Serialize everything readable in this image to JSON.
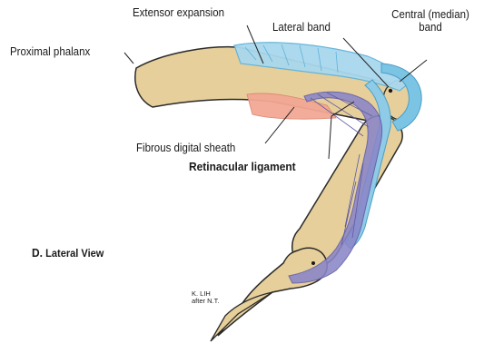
{
  "labels": {
    "extensor_expansion": "Extensor expansion",
    "lateral_band": "Lateral band",
    "central_band_line1": "Central (median)",
    "central_band_line2": "band",
    "proximal_phalanx": "Proximal phalanx",
    "fibrous_digital_sheath": "Fibrous digital sheath",
    "retinacular_ligament": "Retinacular ligament",
    "view_letter": "D.",
    "view_name": "Lateral View"
  },
  "signature": {
    "line1": "K. LIH",
    "line2": "after N.T."
  },
  "colors": {
    "bone": "#e6cf9a",
    "bone_outline": "#2a2a2a",
    "extensor": "#a9d8ee",
    "extensor_dark": "#5fb3d9",
    "retinacular": "#8a86c8",
    "sheath": "#f2a894",
    "leader": "#222222"
  }
}
